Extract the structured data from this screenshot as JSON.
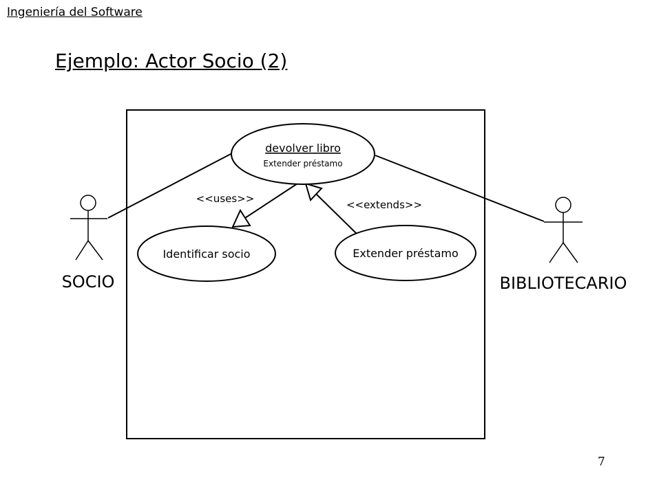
{
  "header": {
    "course": "Ingeniería del Software"
  },
  "slide": {
    "title": "Ejemplo: Actor Socio (2)",
    "page_number": "7"
  },
  "diagram": {
    "actors": {
      "left": "SOCIO",
      "right": "BIBLIOTECARIO"
    },
    "use_cases": {
      "devolver_libro": {
        "name": "devolver libro",
        "extension_point": "Extender préstamo"
      },
      "identificar_socio": {
        "name": "Identificar socio"
      },
      "extender_prestamo": {
        "name": "Extender préstamo"
      }
    },
    "relations": {
      "uses": "<<uses>>",
      "extends": "<<extends>>"
    }
  }
}
